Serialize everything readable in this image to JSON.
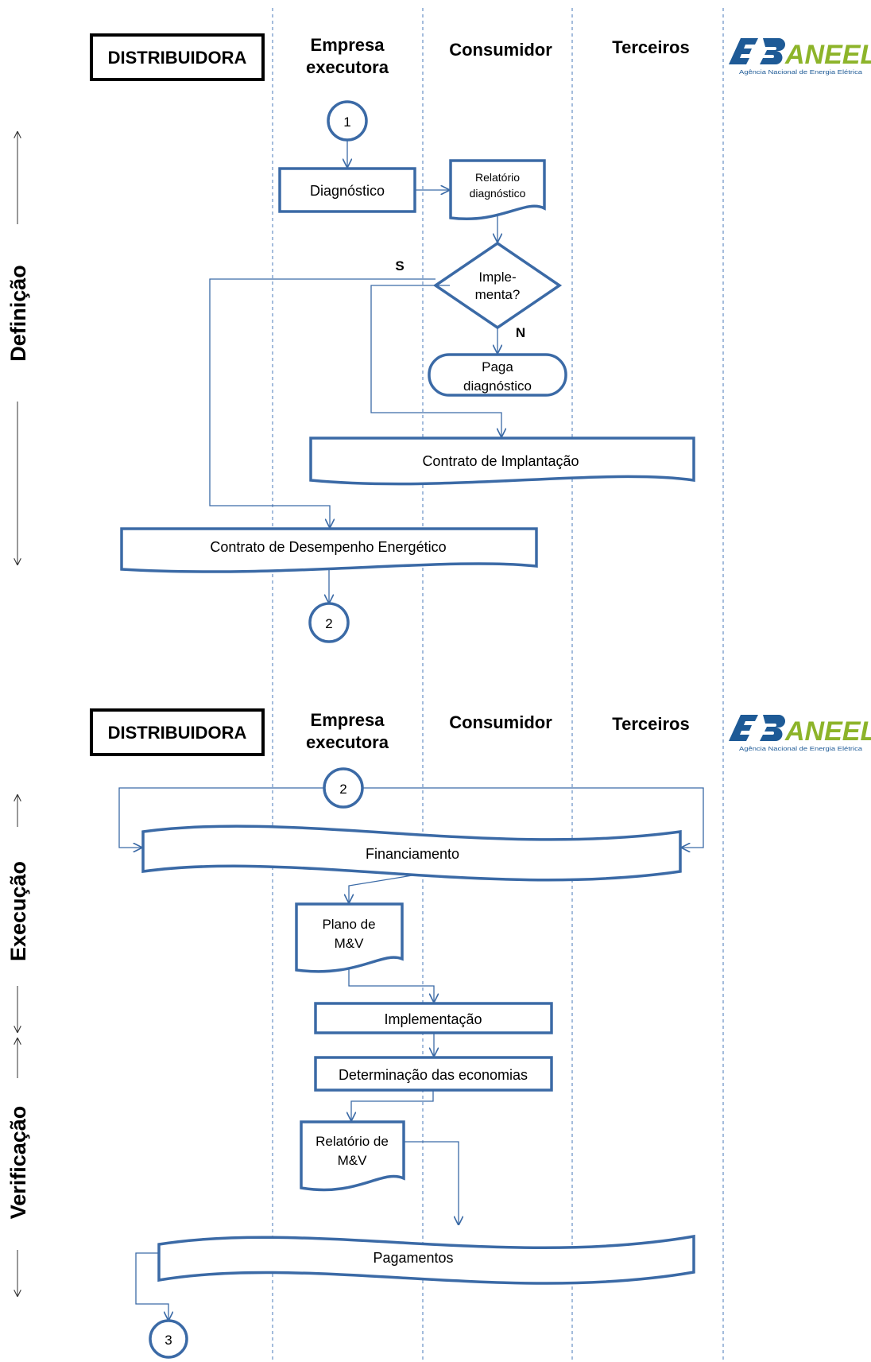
{
  "sections": [
    {
      "headers": {
        "distribuidora": "DISTRIBUIDORA",
        "empresa_line1": "Empresa",
        "empresa_line2": "executora",
        "consumidor": "Consumidor",
        "terceiros": "Terceiros"
      },
      "logo": {
        "wordmark": "ANEEL",
        "subtitle": "Agência Nacional de Energia Elétrica"
      },
      "phase": "Definição",
      "connector_in": "1",
      "diagnostico": "Diagnóstico",
      "relatorio_line1": "Relatório",
      "relatorio_line2": "diagnóstico",
      "decision_line1": "Imple-",
      "decision_line2": "menta?",
      "label_sim": "S",
      "label_nao": "N",
      "paga_line1": "Paga",
      "paga_line2": "diagnóstico",
      "contrato_implantacao": "Contrato de Implantação",
      "contrato_desempenho": "Contrato de Desempenho Energético",
      "connector_out": "2"
    },
    {
      "headers": {
        "distribuidora": "DISTRIBUIDORA",
        "empresa_line1": "Empresa",
        "empresa_line2": "executora",
        "consumidor": "Consumidor",
        "terceiros": "Terceiros"
      },
      "logo": {
        "wordmark": "ANEEL",
        "subtitle": "Agência Nacional de Energia Elétrica"
      },
      "phase_execucao": "Execução",
      "phase_verificacao": "Verificação",
      "connector_in": "2",
      "financiamento": "Financiamento",
      "plano_line1": "Plano de",
      "plano_line2": "M&V",
      "implementacao": "Implementação",
      "determinacao": "Determinação das economias",
      "relmv_line1": "Relatório de",
      "relmv_line2": "M&V",
      "pagamentos": "Pagamentos",
      "connector_out": "3"
    }
  ],
  "colors": {
    "stroke": "#3b6aa6",
    "lane_line": "#4a7ab8",
    "logo_blue": "#1e5a96",
    "logo_green": "#8db42a"
  }
}
